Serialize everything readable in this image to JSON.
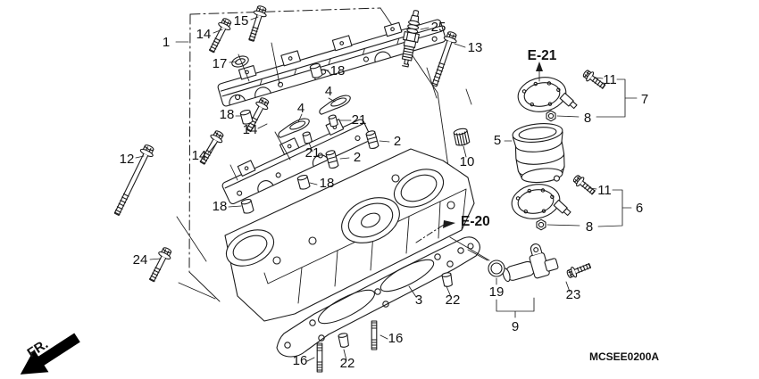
{
  "diagram": {
    "code": "MCSEE0200A",
    "front_marker": "FR.",
    "refs": {
      "e20": "E-20",
      "e21": "E-21"
    },
    "callouts": {
      "c1": "1",
      "c2": "2",
      "c3": "3",
      "c4": "4",
      "c5": "5",
      "c6": "6",
      "c7": "7",
      "c8": "8",
      "c9": "9",
      "c10": "10",
      "c11": "11",
      "c12": "12",
      "c13": "13",
      "c14": "14",
      "c15": "15",
      "c16": "16",
      "c17": "17",
      "c18": "18",
      "c19": "19",
      "c21": "21",
      "c22": "22",
      "c23": "23",
      "c24": "24",
      "c25": "25"
    }
  }
}
